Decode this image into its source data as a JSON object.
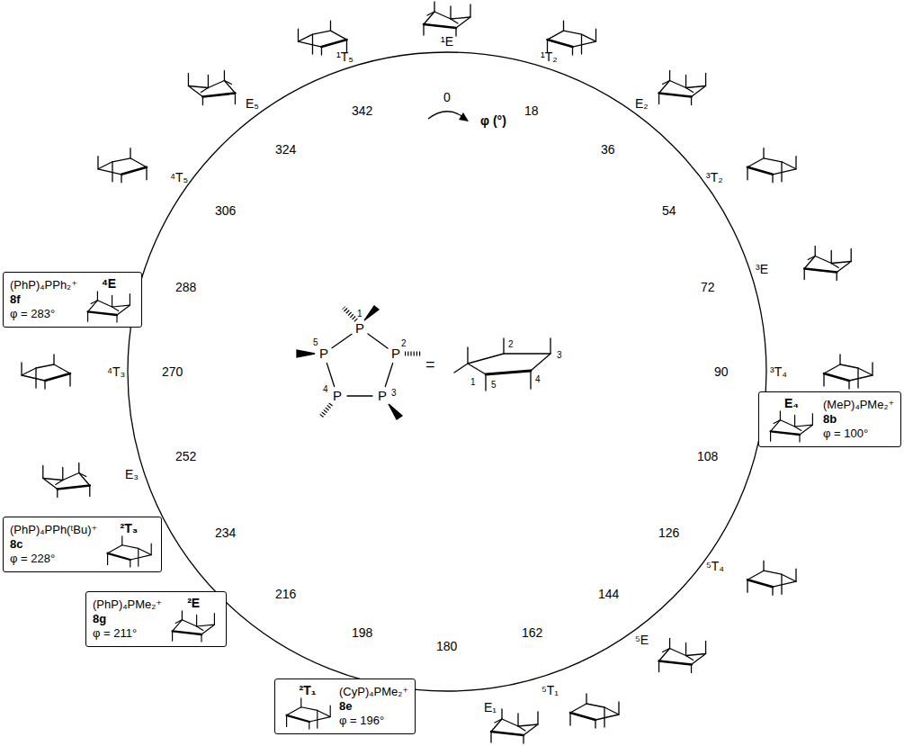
{
  "diagram": {
    "nodes": [
      {
        "text": [
          "(PhP)₄PPh₂⁺",
          "8f",
          "φ = 283°",
          "⁴E"
        ]
      },
      {
        "text": [
          "E₄",
          "(MeP)₄PMe₂⁺",
          "8b",
          "φ = 100°"
        ]
      },
      {
        "text": [
          "(PhP)₄PPh(ᵗBu)⁺",
          "8c",
          "φ = 228°",
          "²T₃"
        ]
      },
      {
        "text": [
          "(PhP)₄PMe₂⁺",
          "8g",
          "φ = 211°",
          "²E"
        ]
      },
      {
        "text": [
          "²T₁",
          "(CyP)₄PMe₂⁺",
          "8e",
          "φ = 196°"
        ]
      }
    ],
    "labels": [
      "0",
      "18",
      "36",
      "54",
      "72",
      "90",
      "108",
      "126",
      "144",
      "162",
      "180",
      "198",
      "216",
      "234",
      "252",
      "270",
      "288",
      "306",
      "324",
      "342",
      "¹E",
      "¹T₂",
      "E₂",
      "³T₂",
      "³E",
      "³T₄",
      "⁵T₄",
      "⁵E",
      "⁵T₁",
      "E₁",
      "E₃",
      "⁴T₃",
      "⁴T₅",
      "E₅",
      "¹T₅",
      "φ (°)",
      "P",
      "P",
      "P",
      "P",
      "P",
      "1",
      "2",
      "3",
      "4",
      "5",
      "=",
      "1",
      "2",
      "3",
      "4",
      "5"
    ]
  }
}
